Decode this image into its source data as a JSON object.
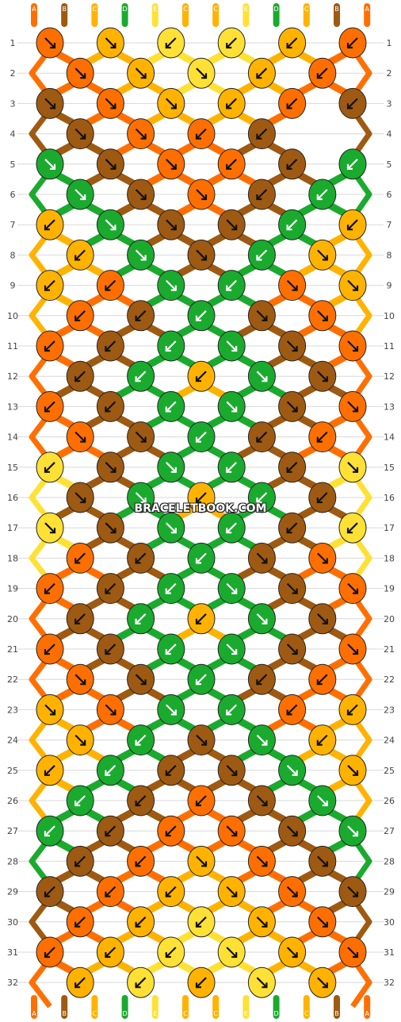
{
  "colors": {
    "A": "#FF6F00",
    "B": "#9E5A12",
    "C": "#FFB300",
    "D": "#1AAA2E",
    "E": "#FFE135"
  },
  "strand_labels": [
    "A",
    "B",
    "C",
    "D",
    "E",
    "C",
    "C",
    "E",
    "D",
    "C",
    "B",
    "A"
  ],
  "row_numbers": [
    "1",
    "2",
    "3",
    "4",
    "5",
    "6",
    "7",
    "8",
    "9",
    "10",
    "11",
    "12",
    "13",
    "14",
    "15",
    "16",
    "17",
    "18",
    "19",
    "20",
    "21",
    "22",
    "23",
    "24",
    "25",
    "26",
    "27",
    "28",
    "29",
    "30",
    "31",
    "32"
  ],
  "knots": [
    [
      "A",
      "C",
      "E",
      "E",
      "C",
      "A"
    ],
    [
      "A",
      "C",
      "E",
      "C",
      "A"
    ],
    [
      "B",
      "A",
      "C",
      "C",
      "A",
      "B"
    ],
    [
      "B",
      "A",
      "A",
      "B"
    ],
    [
      "D",
      "B",
      "A",
      "A",
      "B",
      "D"
    ],
    [
      "D",
      "B",
      "A",
      "B",
      "D"
    ],
    [
      "C",
      "D",
      "B",
      "B",
      "D",
      "C"
    ],
    [
      "C",
      "D",
      "B",
      "D",
      "C"
    ],
    [
      "C",
      "A",
      "D",
      "D",
      "A",
      "C"
    ],
    [
      "A",
      "B",
      "D",
      "B",
      "A"
    ],
    [
      "A",
      "B",
      "D",
      "D",
      "B",
      "A"
    ],
    [
      "B",
      "D",
      "C",
      "D",
      "B"
    ],
    [
      "A",
      "B",
      "D",
      "D",
      "B",
      "A"
    ],
    [
      "A",
      "B",
      "D",
      "B",
      "A"
    ],
    [
      "E",
      "B",
      "D",
      "D",
      "B",
      "E"
    ],
    [
      "B",
      "D",
      "C",
      "D",
      "B"
    ],
    [
      "E",
      "B",
      "D",
      "D",
      "B",
      "E"
    ],
    [
      "A",
      "B",
      "D",
      "B",
      "A"
    ],
    [
      "A",
      "B",
      "D",
      "D",
      "B",
      "A"
    ],
    [
      "B",
      "D",
      "C",
      "D",
      "B"
    ],
    [
      "A",
      "B",
      "D",
      "D",
      "B",
      "A"
    ],
    [
      "A",
      "B",
      "D",
      "B",
      "A"
    ],
    [
      "C",
      "A",
      "D",
      "D",
      "A",
      "C"
    ],
    [
      "C",
      "D",
      "B",
      "D",
      "C"
    ],
    [
      "C",
      "D",
      "B",
      "B",
      "D",
      "C"
    ],
    [
      "D",
      "B",
      "A",
      "B",
      "D"
    ],
    [
      "D",
      "B",
      "A",
      "A",
      "B",
      "D"
    ],
    [
      "B",
      "A",
      "C",
      "A",
      "B"
    ],
    [
      "B",
      "A",
      "C",
      "C",
      "A",
      "B"
    ],
    [
      "A",
      "C",
      "E",
      "C",
      "A"
    ],
    [
      "A",
      "C",
      "E",
      "E",
      "C",
      "A"
    ],
    [
      "C",
      "E",
      "C",
      "E",
      "C"
    ]
  ],
  "arrows": [
    [
      "se",
      "se",
      "sw",
      "sw",
      "sw",
      "sw"
    ],
    [
      "se",
      "se",
      "se",
      "sw",
      "sw"
    ],
    [
      "se",
      "se",
      "se",
      "sw",
      "sw",
      "sw"
    ],
    [
      "se",
      "se",
      "sw",
      "sw"
    ],
    [
      "se",
      "se",
      "se",
      "sw",
      "sw",
      "sw"
    ],
    [
      "se",
      "se",
      "se",
      "sw",
      "sw"
    ],
    [
      "sw",
      "se",
      "se",
      "se",
      "sw",
      "sw"
    ],
    [
      "sw",
      "se",
      "se",
      "sw",
      "se"
    ],
    [
      "sw",
      "sw",
      "se",
      "sw",
      "se",
      "se"
    ],
    [
      "sw",
      "sw",
      "sw",
      "se",
      "se"
    ],
    [
      "sw",
      "sw",
      "sw",
      "se",
      "se",
      "se"
    ],
    [
      "sw",
      "sw",
      "sw",
      "se",
      "se"
    ],
    [
      "sw",
      "sw",
      "sw",
      "se",
      "se",
      "se"
    ],
    [
      "se",
      "se",
      "sw",
      "sw",
      "sw"
    ],
    [
      "sw",
      "se",
      "se",
      "sw",
      "sw",
      "se"
    ],
    [
      "se",
      "se",
      "sw",
      "sw",
      "sw"
    ],
    [
      "se",
      "se",
      "se",
      "sw",
      "sw",
      "sw"
    ],
    [
      "sw",
      "sw",
      "sw",
      "se",
      "se"
    ],
    [
      "sw",
      "sw",
      "sw",
      "se",
      "se",
      "se"
    ],
    [
      "sw",
      "sw",
      "sw",
      "se",
      "se"
    ],
    [
      "sw",
      "sw",
      "sw",
      "se",
      "se",
      "se"
    ],
    [
      "se",
      "se",
      "sw",
      "sw",
      "sw"
    ],
    [
      "se",
      "se",
      "se",
      "sw",
      "sw",
      "sw"
    ],
    [
      "se",
      "sw",
      "se",
      "se",
      "sw"
    ],
    [
      "sw",
      "sw",
      "sw",
      "se",
      "se",
      "se"
    ],
    [
      "sw",
      "sw",
      "sw",
      "se",
      "se"
    ],
    [
      "sw",
      "sw",
      "sw",
      "se",
      "se",
      "se"
    ],
    [
      "sw",
      "sw",
      "se",
      "se",
      "se"
    ],
    [
      "sw",
      "sw",
      "sw",
      "se",
      "se",
      "se"
    ],
    [
      "sw",
      "sw",
      "sw",
      "se",
      "se"
    ],
    [
      "sw",
      "sw",
      "sw",
      "se",
      "se",
      "se"
    ],
    [
      "sw",
      "sw",
      "sw",
      "se",
      "se"
    ]
  ],
  "watermark": "BRACELETBOOK.COM"
}
